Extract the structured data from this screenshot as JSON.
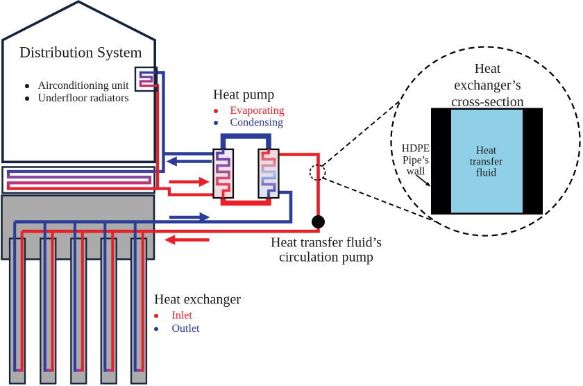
{
  "colors": {
    "pipe_red": "#E82129",
    "pipe_blue": "#2B3C99",
    "ground_gray": "#ABABAB",
    "outline_navy": "#15243A",
    "fluid_blue": "#8FD0E8",
    "wall_black": "#000000"
  },
  "house": {
    "title": "Distribution System",
    "bullets": [
      "Airconditioning unit",
      "Underfloor radiators"
    ]
  },
  "heat_pump": {
    "title": "Heat pump",
    "legend": [
      {
        "label": "Evaporating",
        "color": "#E82129"
      },
      {
        "label": "Condensing",
        "color": "#2B3C99"
      }
    ]
  },
  "circulation_pump": {
    "label": "Heat transfer fluid’s\ncirculation pump"
  },
  "heat_exchanger": {
    "title": "Heat exchanger",
    "legend": [
      {
        "label": "Inlet",
        "color": "#E82129"
      },
      {
        "label": "Outlet",
        "color": "#2B3C99"
      }
    ]
  },
  "cross_section": {
    "title": "Heat exchanger’s\ncross-section",
    "fluid_label": "Heat\ntransfer\nfluid",
    "wall_label": "HDPE\nPipe’s\nwall"
  }
}
